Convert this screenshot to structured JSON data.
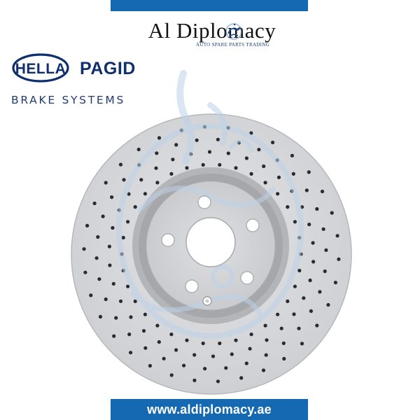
{
  "header": {
    "brand_name": "Al Diplomacy",
    "brand_tagline": "AUTO SPARE PARTS TRADING"
  },
  "logo": {
    "hella": "HELLA",
    "pagid": "PAGID",
    "subtitle": "BRAKE SYSTEMS"
  },
  "product": {
    "image": "drilled-brake-disc",
    "bolt_holes": 5
  },
  "footer": {
    "website": "www.aldiplomacy.ae"
  },
  "colors": {
    "brand_blue": "#1569b3",
    "logo_navy": "#0f2f6e",
    "disc_gray": "#d4d5d7",
    "watermark": "#bcd2e8"
  }
}
